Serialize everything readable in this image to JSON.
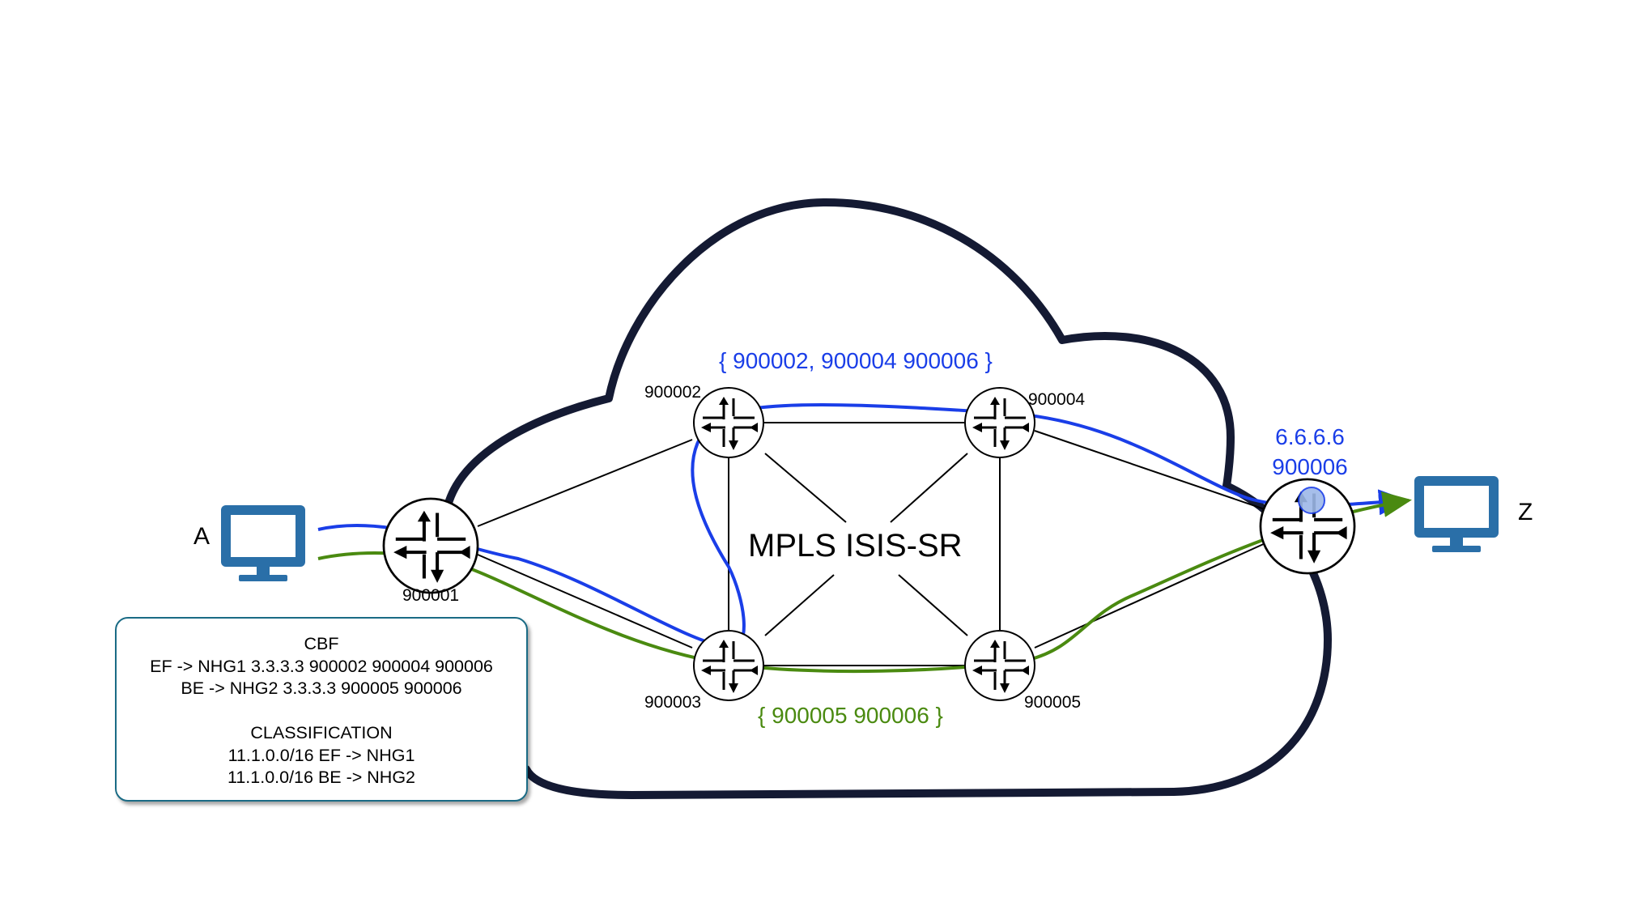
{
  "diagram": {
    "title": "MPLS ISIS-SR",
    "hosts": {
      "a": {
        "label": "A",
        "icon": "monitor-icon"
      },
      "z": {
        "label": "Z",
        "icon": "monitor-icon"
      }
    },
    "routers": [
      {
        "id": "r1",
        "label": "900001",
        "icon": "router-icon"
      },
      {
        "id": "r2",
        "label": "900002",
        "icon": "router-icon"
      },
      {
        "id": "r3",
        "label": "900003",
        "icon": "router-icon"
      },
      {
        "id": "r4",
        "label": "900004",
        "icon": "router-icon"
      },
      {
        "id": "r5",
        "label": "900005",
        "icon": "router-icon"
      },
      {
        "id": "r6",
        "label_line1": "6.6.6.6",
        "label_line2": "900006",
        "icon": "router-icon"
      }
    ],
    "paths": {
      "blue": {
        "label": "{ 900002, 900004 900006 }",
        "color": "#1a3ee8"
      },
      "green": {
        "label": "{ 900005 900006 }",
        "color": "#4a8a10"
      }
    },
    "cbf_box": {
      "lines": [
        "CBF",
        "EF -> NHG1 3.3.3.3 900002 900004 900006",
        "BE -> NHG2 3.3.3.3 900005 900006",
        "",
        "CLASSIFICATION",
        "11.1.0.0/16 EF -> NHG1",
        "11.1.0.0/16 BE -> NHG2"
      ]
    },
    "colors": {
      "cloud": "#141a33",
      "monitor": "#2a6fa8",
      "box_border": "#1a6b85"
    }
  }
}
